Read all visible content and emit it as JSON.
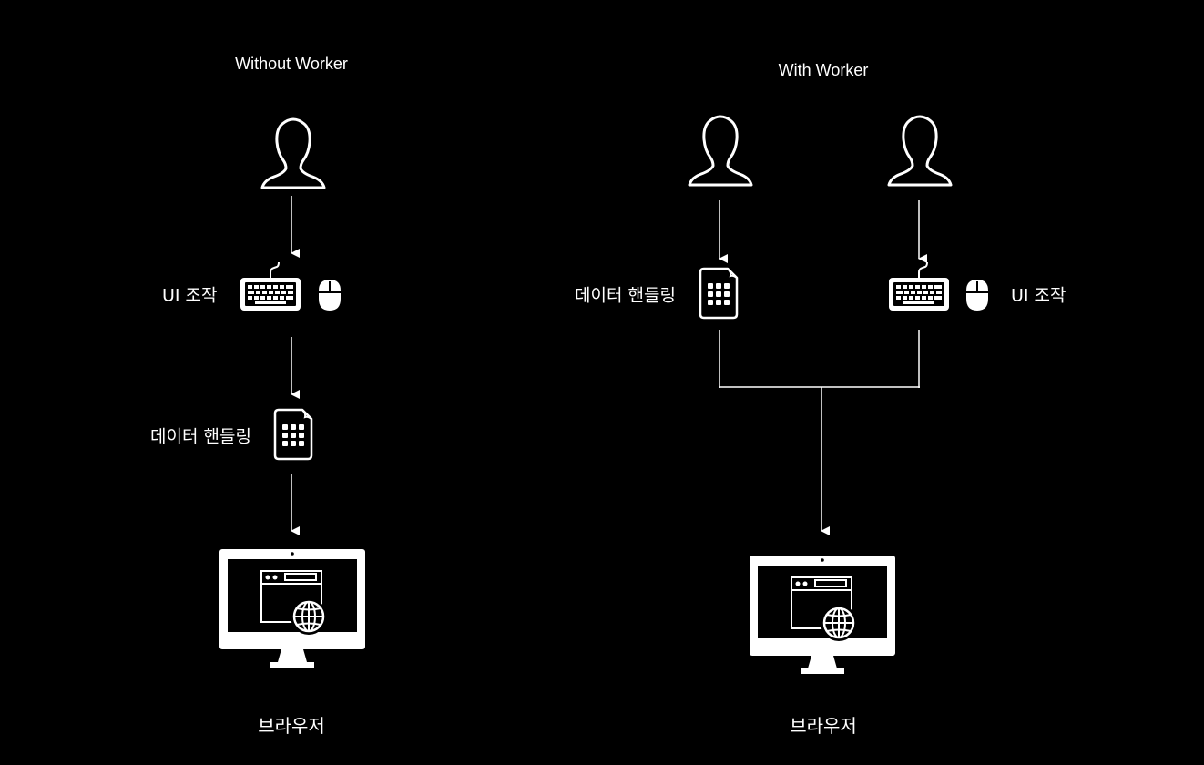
{
  "colors": {
    "background": "#000000",
    "foreground": "#ffffff"
  },
  "left": {
    "title": "Without Worker",
    "step1_label": "UI 조작",
    "step2_label": "데이터 핸들링",
    "bottom_label": "브라우저",
    "icons": [
      "user-icon",
      "keyboard-icon",
      "mouse-icon",
      "data-file-icon",
      "monitor-browser-icon"
    ]
  },
  "right": {
    "title": "With Worker",
    "data_label": "데이터 핸들링",
    "ui_label": "UI 조작",
    "bottom_label": "브라우저",
    "icons": [
      "user-icon",
      "user-icon",
      "data-file-icon",
      "keyboard-icon",
      "mouse-icon",
      "monitor-browser-icon"
    ]
  }
}
